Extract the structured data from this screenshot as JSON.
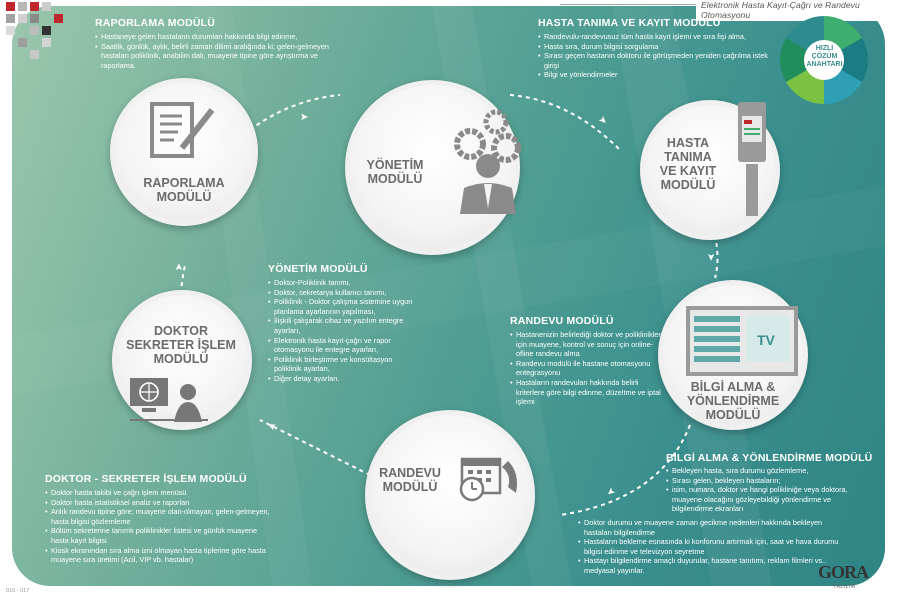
{
  "header": {
    "title": "Elektronik Hasta Kayıt-Çağrı ve Randevu Otomasyonu"
  },
  "colors": {
    "panel_start": "#9bc7ad",
    "panel_end": "#2f8583",
    "circle_text": "#6b6b6b",
    "accent_red": "#c0272d"
  },
  "sections": {
    "raporlama": {
      "title": "RAPORLAMA MODÜLÜ",
      "items": [
        "Hastaneye gelen hastaların durumları hakkında bilgi edinme,",
        "Saatlik, günlük, aylık, belirli zaman dilimi aralığında ki; gelen-gelmeyen hastaları poliklinik, anabilim dalı, muayene tipine göre ayrıştırma ve raporlama."
      ]
    },
    "hasta_tanima": {
      "title": "HASTA TANIMA VE KAYIT MODÜLÜ",
      "items": [
        "Randevulu-randevusuz tüm hasta kayıt işlemi ve sıra fişi alma,",
        "Hasta sıra, durum bilgisi sorgulama",
        "Sırası geçen hastanın doktoru ile görüşmeden yeniden çağrılma istek girişi",
        "Bilgi ve yönlendirmeler"
      ]
    },
    "yonetim": {
      "title": "YÖNETİM MODÜLÜ",
      "items": [
        "Doktor-Poliklinik tanımı,",
        "Doktor, sekretarya kullanıcı tanımı,",
        "Poliklinik - Doktor çalışma sistemine uygun planlama ayarlarının yapılması,",
        "İlişkili çalışarak cihaz ve yazılım entegre ayarları,",
        "Elektronik hasta kayıt-çağrı ve rapor otomasyonu ile entegre ayarları,",
        "Poliklinik birleştirme ve konsültasyon poliklinik ayarları,",
        "Diğer detay ayarları."
      ]
    },
    "randevu": {
      "title": "RANDEVU MODÜLÜ",
      "items": [
        "Hastanenizin belirlediği doktor ve poliklinikler için muayene, kontrol ve sonuç için online-ofline randevu alma",
        "Randevu modülü ile hastane otomasyonu entegrasyonu",
        "Hastaların randevuları hakkında belirli kriterlere göre bilgi edinme, düzeltme ve iptal işlemi"
      ]
    },
    "doktor": {
      "title": "DOKTOR - SEKRETER İŞLEM MODÜLÜ",
      "items": [
        "Doktor hasta takibi ve çağrı işlem menüsü",
        "Doktor hasta istatistiksel analiz ve raporları",
        "Anlık randevu tipine göre; muayene olan-olmayan, gelen-gelmeyen, hasta bilgisi gözlemleme",
        "Bölüm sekreterine tanımlı poliklinikler listesi ve günlük muayene hasta kayıt bilgisi",
        "Kiosk ekranından sıra alma izni olmayan hasta tiplerine göre hasta muayene sıra üretimi (Acil, VİP vb. hastalar)"
      ]
    },
    "bilgi": {
      "title": "BİLGİ ALMA & YÖNLENDİRME MODÜLÜ",
      "items_top": [
        "Bekleyen hasta, sıra durumu gözlemleme,",
        "Sırası gelen, bekleyen hastaların;",
        "isim, numara, doktor ve hangi polikliniğe veya doktora, muayene olacağını gözleyebildiği yönlendirme ve bilgilendirme ekranları"
      ],
      "items_bottom": [
        "Doktor durumu ve muayene zaman gecikme nedenleri hakkında bekleyen hastaları bilgilendirme",
        "Hastaların bekleme esnasında ki konforunu artırmak için, saat ve hava durumu bilgisi edinme ve televizyon seyretme",
        "Hastayı bilgilendirme amaçlı duyurular, hastane tanıtımı, reklam filmleri vs.. medyasal yayınlar."
      ]
    }
  },
  "circles": {
    "raporlama": "RAPORLAMA\nMODÜLÜ",
    "yonetim": "YÖNETİM\nMODÜLÜ",
    "hasta": "HASTA\nTANIMA\nVE KAYIT\nMODÜLÜ",
    "doktor": "DOKTOR\nSEKRETER İŞLEM\nMODÜLÜ",
    "bilgi": "BİLGİ ALMA &\nYÖNLENDİRME\nMODÜLÜ",
    "randevu": "RANDEVU\nMODÜLÜ"
  },
  "screen_tv_label": "TV",
  "pie": {
    "center": "HIZLI\nÇÖZÜM\nANAHTARI"
  },
  "logo": {
    "name": "GORA",
    "sub": "YAZILIM"
  },
  "page_number": "016 - 017"
}
